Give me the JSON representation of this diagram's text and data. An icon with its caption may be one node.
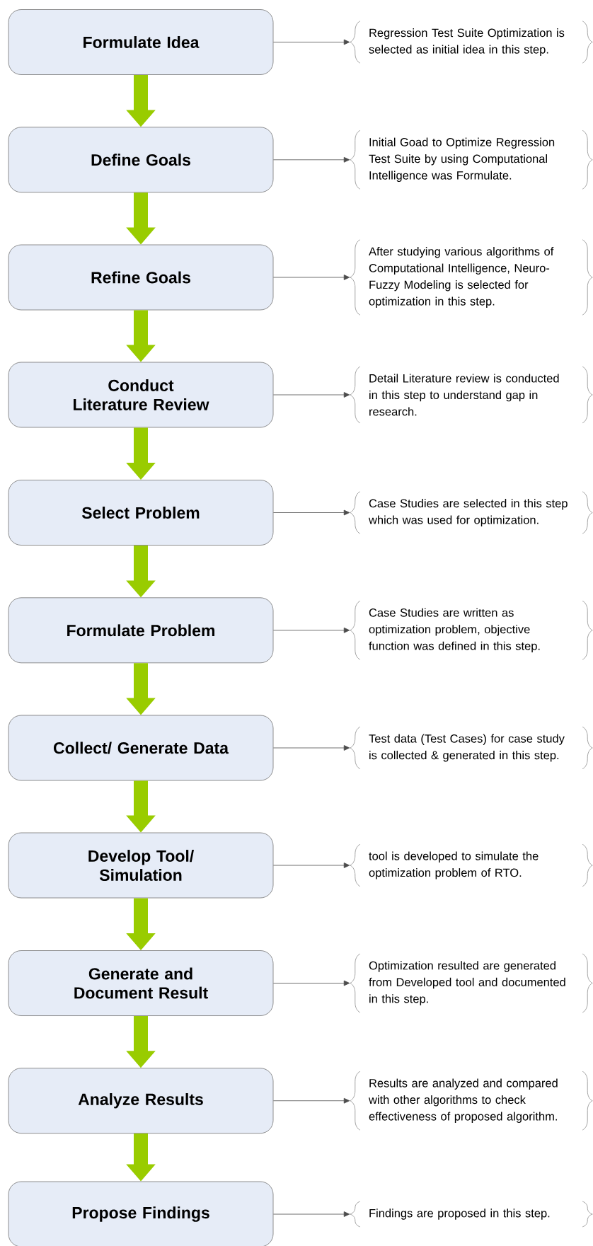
{
  "diagram": {
    "nodes": [
      {
        "text": [
          "Formulate Idea"
        ]
      },
      {
        "text": [
          "Regression Test Suite Optimization is selected as initial idea in this step."
        ]
      },
      {
        "text": [
          "Define Goals"
        ]
      },
      {
        "text": [
          "Initial Goad to Optimize Regression Test Suite by using Computational Intelligence was Formulate."
        ]
      },
      {
        "text": [
          "Refine Goals"
        ]
      },
      {
        "text": [
          "After studying various algorithms of Computational Intelligence, Neuro-Fuzzy Modeling is selected for optimization in this step."
        ]
      },
      {
        "text": [
          "Conduct Literature Review"
        ]
      },
      {
        "text": [
          "Detail Literature review is conducted in this step to understand gap in research."
        ]
      },
      {
        "text": [
          "Select Problem"
        ]
      },
      {
        "text": [
          "Case Studies are selected in this step which was used for optimization."
        ]
      },
      {
        "text": [
          "Formulate Problem"
        ]
      },
      {
        "text": [
          "Case Studies are written as optimization problem, objective function was defined in this step."
        ]
      },
      {
        "text": [
          "Collect/ Generate Data"
        ]
      },
      {
        "text": [
          "Test data (Test Cases) for case study is collected & generated in this step."
        ]
      },
      {
        "text": [
          "Develop Tool/ Simulation"
        ]
      },
      {
        "text": [
          "tool is developed to simulate the optimization problem of RTO."
        ]
      },
      {
        "text": [
          "Generate and Document Result"
        ]
      },
      {
        "text": [
          "Optimization resulted are generated from Developed tool and documented in this step."
        ]
      },
      {
        "text": [
          "Analyze Results"
        ]
      },
      {
        "text": [
          "Results are analyzed and compared with other algorithms to check effectiveness of proposed algorithm."
        ]
      },
      {
        "text": [
          "Propose Findings"
        ]
      },
      {
        "text": [
          "Findings are proposed in this step."
        ]
      }
    ],
    "edges": [
      {
        "from": 0,
        "to": 1,
        "arrow": "to"
      },
      {
        "from": 0,
        "to": 2,
        "arrow": "to",
        "style": "thick",
        "color": "#99cc00"
      },
      {
        "from": 2,
        "to": 3,
        "arrow": "to"
      },
      {
        "from": 2,
        "to": 4,
        "arrow": "to",
        "style": "thick",
        "color": "#99cc00"
      },
      {
        "from": 4,
        "to": 5,
        "arrow": "to"
      },
      {
        "from": 4,
        "to": 6,
        "arrow": "to",
        "style": "thick",
        "color": "#99cc00"
      },
      {
        "from": 6,
        "to": 7,
        "arrow": "to"
      },
      {
        "from": 6,
        "to": 8,
        "arrow": "to",
        "style": "thick",
        "color": "#99cc00"
      },
      {
        "from": 8,
        "to": 9,
        "arrow": "to"
      },
      {
        "from": 8,
        "to": 10,
        "arrow": "to",
        "style": "thick",
        "color": "#99cc00"
      },
      {
        "from": 10,
        "to": 11,
        "arrow": "to"
      },
      {
        "from": 10,
        "to": 12,
        "arrow": "to",
        "style": "thick",
        "color": "#99cc00"
      },
      {
        "from": 12,
        "to": 13,
        "arrow": "to"
      },
      {
        "from": 12,
        "to": 14,
        "arrow": "to",
        "style": "thick",
        "color": "#99cc00"
      },
      {
        "from": 14,
        "to": 15,
        "arrow": "to"
      },
      {
        "from": 14,
        "to": 16,
        "arrow": "to",
        "style": "thick",
        "color": "#99cc00"
      },
      {
        "from": 16,
        "to": 17,
        "arrow": "to"
      },
      {
        "from": 16,
        "to": 18,
        "arrow": "to",
        "style": "thick",
        "color": "#99cc00"
      },
      {
        "from": 18,
        "to": 19,
        "arrow": "to"
      },
      {
        "from": 18,
        "to": 20,
        "arrow": "to",
        "style": "thick",
        "color": "#99cc00"
      },
      {
        "from": 20,
        "to": 21,
        "arrow": "to"
      }
    ]
  }
}
